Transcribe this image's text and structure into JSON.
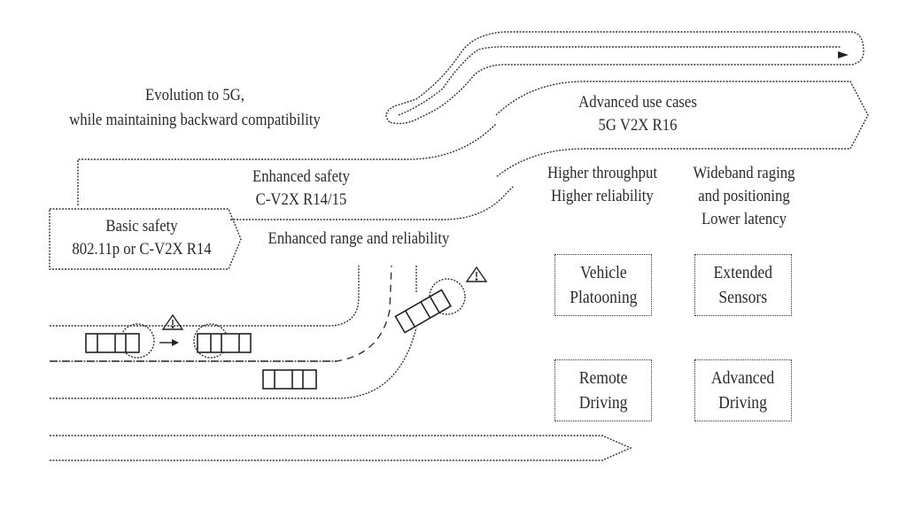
{
  "diagram": {
    "heading": {
      "line1": "Evolution to 5G,",
      "line2": "while maintaining backward compatibility"
    },
    "stages": [
      {
        "id": "basic",
        "title": "Basic safety",
        "subtitle": "802.11p or C-V2X R14"
      },
      {
        "id": "enhanced",
        "title": "Enhanced safety",
        "subtitle": "C-V2X R14/15",
        "feature": "Enhanced range and reliability"
      },
      {
        "id": "advanced",
        "title": "Advanced use cases",
        "subtitle": "5G V2X R16"
      }
    ],
    "features": {
      "left": {
        "line1": "Higher throughput",
        "line2": "Higher reliability"
      },
      "right": {
        "line1": "Wideband raging",
        "line2": "and positioning",
        "line3": "Lower latency"
      }
    },
    "use_cases": [
      {
        "line1": "Vehicle",
        "line2": "Platooning"
      },
      {
        "line1": "Extended",
        "line2": "Sensors"
      },
      {
        "line1": "Remote",
        "line2": "Driving"
      },
      {
        "line1": "Advanced",
        "line2": "Driving"
      }
    ],
    "icons": [
      "warning-icon",
      "warning-icon",
      "car-icon",
      "car-icon",
      "car-icon",
      "car-icon",
      "arrow-right-icon"
    ]
  }
}
